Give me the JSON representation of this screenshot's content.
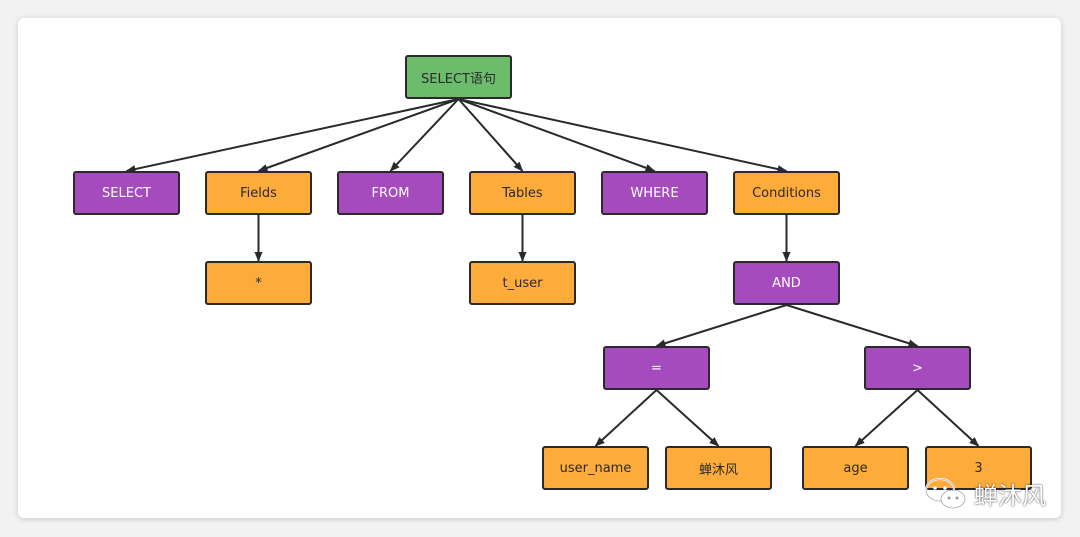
{
  "diagram": {
    "colors": {
      "root": "#6cbd6b",
      "keyword": "#a64bbd",
      "value": "#fdab3a",
      "edge": "#2a2a2a"
    },
    "nodes": {
      "root": "SELECT语句",
      "select_kw": "SELECT",
      "fields": "Fields",
      "from_kw": "FROM",
      "tables": "Tables",
      "where_kw": "WHERE",
      "conditions": "Conditions",
      "star": "*",
      "t_user": "t_user",
      "and_op": "AND",
      "eq_op": "=",
      "gt_op": ">",
      "user_name": "user_name",
      "chanmufeng": "蝉沐风",
      "age": "age",
      "three": "3"
    },
    "edges": [
      [
        "root",
        "select_kw"
      ],
      [
        "root",
        "fields"
      ],
      [
        "root",
        "from_kw"
      ],
      [
        "root",
        "tables"
      ],
      [
        "root",
        "where_kw"
      ],
      [
        "root",
        "conditions"
      ],
      [
        "fields",
        "star"
      ],
      [
        "tables",
        "t_user"
      ],
      [
        "conditions",
        "and_op"
      ],
      [
        "and_op",
        "eq_op"
      ],
      [
        "and_op",
        "gt_op"
      ],
      [
        "eq_op",
        "user_name"
      ],
      [
        "eq_op",
        "chanmufeng"
      ],
      [
        "gt_op",
        "age"
      ],
      [
        "gt_op",
        "three"
      ]
    ]
  },
  "watermark": {
    "text": "蝉沐风",
    "icon": "wechat-icon"
  }
}
